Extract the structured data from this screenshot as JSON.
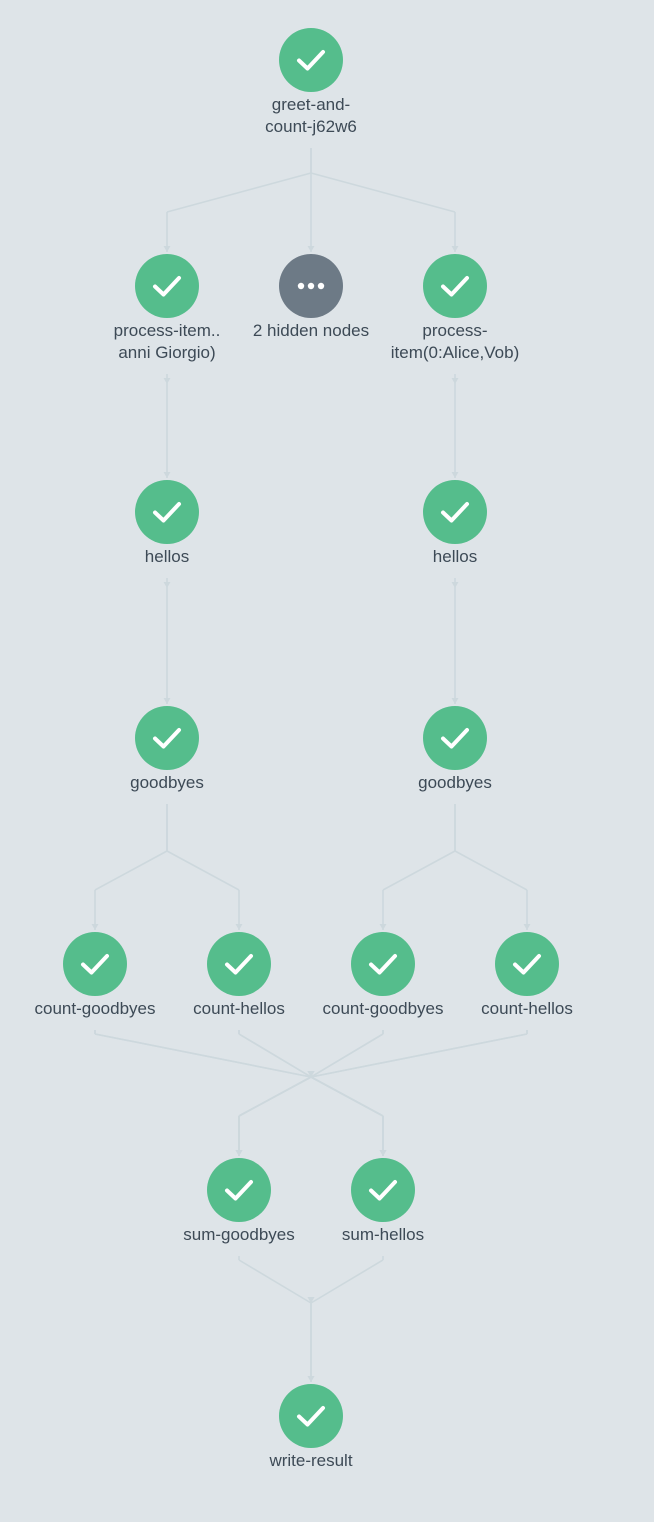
{
  "colors": {
    "background": "#dee4e8",
    "success_node": "#55bd8c",
    "hidden_node": "#6d7a86",
    "edge": "#cdd8dd",
    "label": "#3d4a56"
  },
  "nodes": [
    {
      "id": "root",
      "label": "greet-and-\ncount-j62w6",
      "status": "success",
      "icon": "check-icon"
    },
    {
      "id": "process-a",
      "label": "process-item..\nanni Giorgio)",
      "status": "success",
      "icon": "check-icon"
    },
    {
      "id": "hidden",
      "label": "2 hidden nodes",
      "status": "hidden",
      "icon": "ellipsis-icon"
    },
    {
      "id": "process-b",
      "label": "process-\nitem(0:Alice,Vob)",
      "status": "success",
      "icon": "check-icon"
    },
    {
      "id": "hellos-a",
      "label": "hellos",
      "status": "success",
      "icon": "check-icon"
    },
    {
      "id": "hellos-b",
      "label": "hellos",
      "status": "success",
      "icon": "check-icon"
    },
    {
      "id": "goodbyes-a",
      "label": "goodbyes",
      "status": "success",
      "icon": "check-icon"
    },
    {
      "id": "goodbyes-b",
      "label": "goodbyes",
      "status": "success",
      "icon": "check-icon"
    },
    {
      "id": "count-goodbyes-a",
      "label": "count-goodbyes",
      "status": "success",
      "icon": "check-icon"
    },
    {
      "id": "count-hellos-a",
      "label": "count-hellos",
      "status": "success",
      "icon": "check-icon"
    },
    {
      "id": "count-goodbyes-b",
      "label": "count-goodbyes",
      "status": "success",
      "icon": "check-icon"
    },
    {
      "id": "count-hellos-b",
      "label": "count-hellos",
      "status": "success",
      "icon": "check-icon"
    },
    {
      "id": "sum-goodbyes",
      "label": "sum-goodbyes",
      "status": "success",
      "icon": "check-icon"
    },
    {
      "id": "sum-hellos",
      "label": "sum-hellos",
      "status": "success",
      "icon": "check-icon"
    },
    {
      "id": "write-result",
      "label": "write-result",
      "status": "success",
      "icon": "check-icon"
    }
  ],
  "edges": [
    [
      "root",
      "process-a"
    ],
    [
      "root",
      "hidden"
    ],
    [
      "root",
      "process-b"
    ],
    [
      "process-a",
      "hellos-a"
    ],
    [
      "process-b",
      "hellos-b"
    ],
    [
      "hellos-a",
      "goodbyes-a"
    ],
    [
      "hellos-b",
      "goodbyes-b"
    ],
    [
      "goodbyes-a",
      "count-goodbyes-a"
    ],
    [
      "goodbyes-a",
      "count-hellos-a"
    ],
    [
      "goodbyes-b",
      "count-goodbyes-b"
    ],
    [
      "goodbyes-b",
      "count-hellos-b"
    ],
    [
      "count-goodbyes-a",
      "sum-goodbyes"
    ],
    [
      "count-goodbyes-a",
      "sum-hellos"
    ],
    [
      "count-hellos-a",
      "sum-goodbyes"
    ],
    [
      "count-hellos-a",
      "sum-hellos"
    ],
    [
      "count-goodbyes-b",
      "sum-goodbyes"
    ],
    [
      "count-goodbyes-b",
      "sum-hellos"
    ],
    [
      "count-hellos-b",
      "sum-goodbyes"
    ],
    [
      "count-hellos-b",
      "sum-hellos"
    ],
    [
      "sum-goodbyes",
      "write-result"
    ],
    [
      "sum-hellos",
      "write-result"
    ]
  ]
}
